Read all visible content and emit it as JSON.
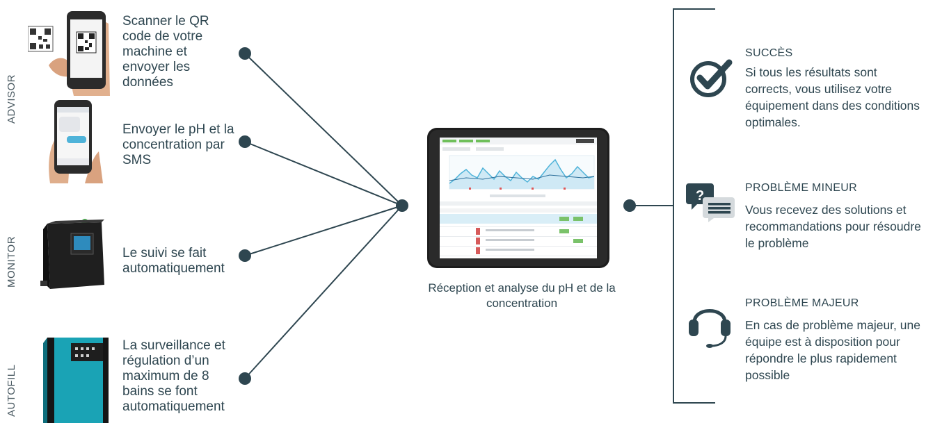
{
  "categories": {
    "advisor": "ADVISOR",
    "monitor": "MONITOR",
    "autofill": "AUTOFILL"
  },
  "steps": [
    {
      "text": "Scanner le QR code de votre machine et envoyer les données",
      "icon": "qr-phone-image"
    },
    {
      "text": "Envoyer le pH et la concentration par SMS",
      "icon": "sms-phone-image"
    },
    {
      "text": "Le suivi se fait automatiquement",
      "icon": "monitor-device-image"
    },
    {
      "text": "La surveillance et régulation d’un maximum de 8  bains se font automatiquement",
      "icon": "autofill-device-image"
    }
  ],
  "center": {
    "caption": "Réception et analyse du pH et de la concentration",
    "icon": "tablet-dashboard-image"
  },
  "outcomes": [
    {
      "title": "SUCCÈS",
      "text": "Si tous les résultats sont corrects, vous utilisez votre équipement dans des conditions optimales.",
      "icon": "check-circle-icon"
    },
    {
      "title": "PROBLÈME MINEUR",
      "text": "Vous recevez des solutions et recommandations pour résoudre le problème",
      "icon": "chat-question-icon"
    },
    {
      "title": "PROBLÈME MAJEUR",
      "text": "En cas de problème majeur, une équipe est à disposition pour répondre le plus rapidement possible",
      "icon": "headset-icon"
    }
  ],
  "colors": {
    "line": "#2e4650",
    "text": "#2e4650",
    "chart_line": "#4fb3d9",
    "autofill_teal": "#1aa3b5"
  }
}
